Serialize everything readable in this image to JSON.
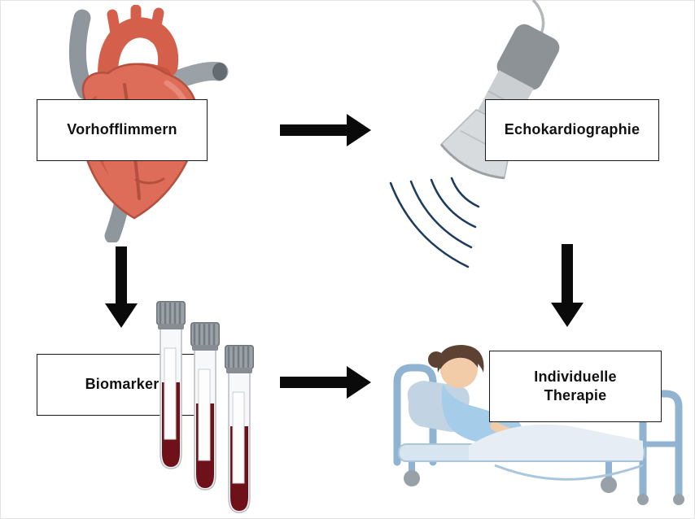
{
  "figure": {
    "background": "#ffffff",
    "nodes": [
      {
        "id": "vorhofflimmern",
        "label": "Vorhofflimmern"
      },
      {
        "id": "echokardiographie",
        "label": "Echokardiographie"
      },
      {
        "id": "biomarker",
        "label": "Biomarker"
      },
      {
        "id": "individuelle-therapie",
        "label": "Individuelle\nTherapie"
      }
    ],
    "edges": [
      {
        "from": "vorhofflimmern",
        "to": "echokardiographie",
        "direction": "right"
      },
      {
        "from": "vorhofflimmern",
        "to": "biomarker",
        "direction": "down"
      },
      {
        "from": "echokardiographie",
        "to": "individuelle-therapie",
        "direction": "down"
      },
      {
        "from": "biomarker",
        "to": "individuelle-therapie",
        "direction": "right"
      }
    ],
    "illustrations": [
      {
        "name": "anatomical-heart-icon",
        "depicts": "human heart with great vessels"
      },
      {
        "name": "ultrasound-probe-icon",
        "depicts": "ultrasound transducer with cable emitting sound waves"
      },
      {
        "name": "blood-tubes-icon",
        "depicts": "three capped blood sample tubes"
      },
      {
        "name": "patient-bed-icon",
        "depicts": "patient lying in a hospital bed"
      }
    ],
    "colors": {
      "heart_red": "#dd6c58",
      "vessel_gray": "#8f969c",
      "probe_gray": "#cbcfd2",
      "wave_navy": "#1c3b5e",
      "blood_red": "#6e1118",
      "cap_gray": "#9aa1a7",
      "bed_blue": "#8fb3d1",
      "skin": "#f2cba9",
      "hair_brown": "#5d4233",
      "arrow_black": "#0a0a0a",
      "box_border": "#1a1a1a",
      "box_bg": "#ffffff"
    }
  }
}
